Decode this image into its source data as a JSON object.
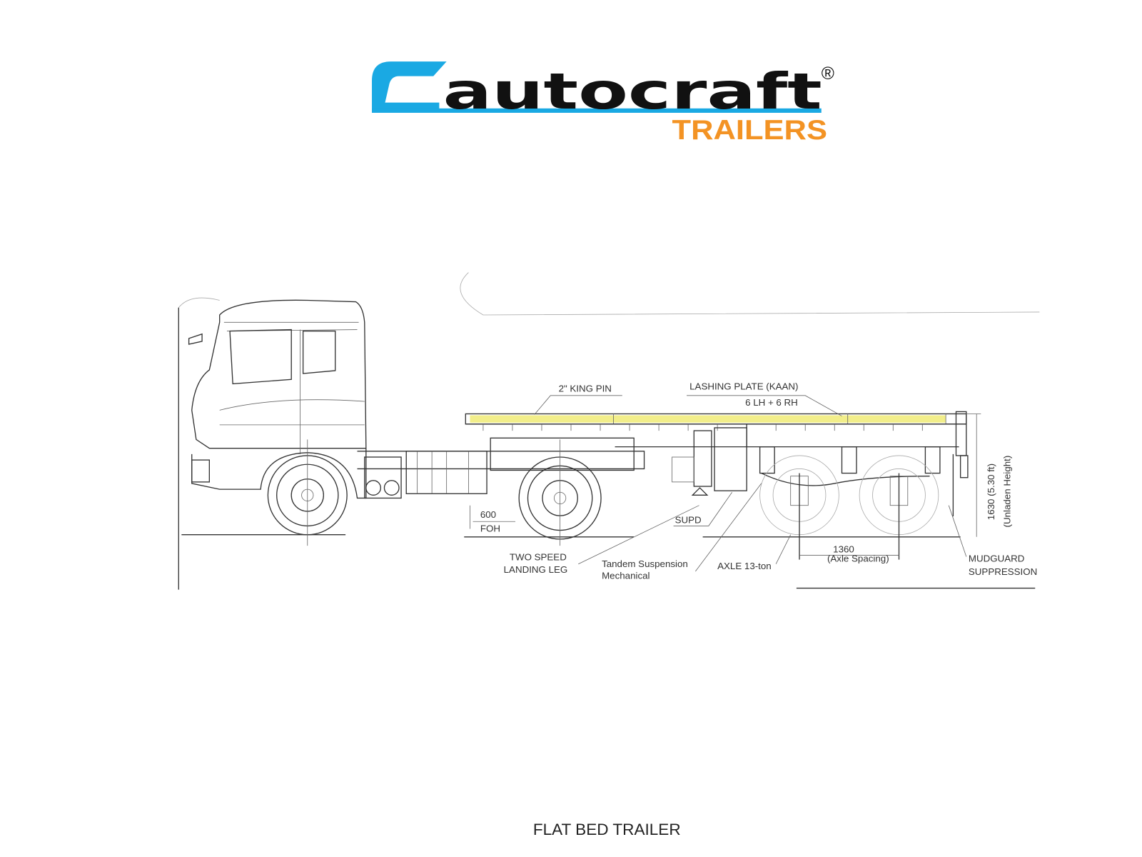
{
  "logo": {
    "brand": "autocraft",
    "registered_mark": "®",
    "subtitle": "TRAILERS",
    "colors": {
      "blue": "#1aa9e3",
      "black": "#111111",
      "orange": "#f39324"
    }
  },
  "diagram": {
    "labels": {
      "king_pin": "2\" KING PIN",
      "lashing_plate": "LASHING PLATE (KAAN)",
      "lashing_count": "6 LH + 6 RH",
      "foh_value": "600",
      "foh_label": "FOH",
      "supd": "SUPD",
      "landing_leg_1": "TWO SPEED",
      "landing_leg_2": "LANDING LEG",
      "tandem_1": "Tandem Suspension",
      "tandem_2": "Mechanical",
      "axle": "AXLE 13-ton",
      "axle_spacing_value": "1360",
      "axle_spacing_label": "(Axle Spacing)",
      "height_value": "1630 (5.30 ft)",
      "height_label": "(Unladen Height)",
      "mudguard_1": "MUDGUARD",
      "mudguard_2": "SUPPRESSION"
    },
    "bed_highlight_color": "#f2ee8a"
  },
  "caption": "FLAT BED TRAILER"
}
